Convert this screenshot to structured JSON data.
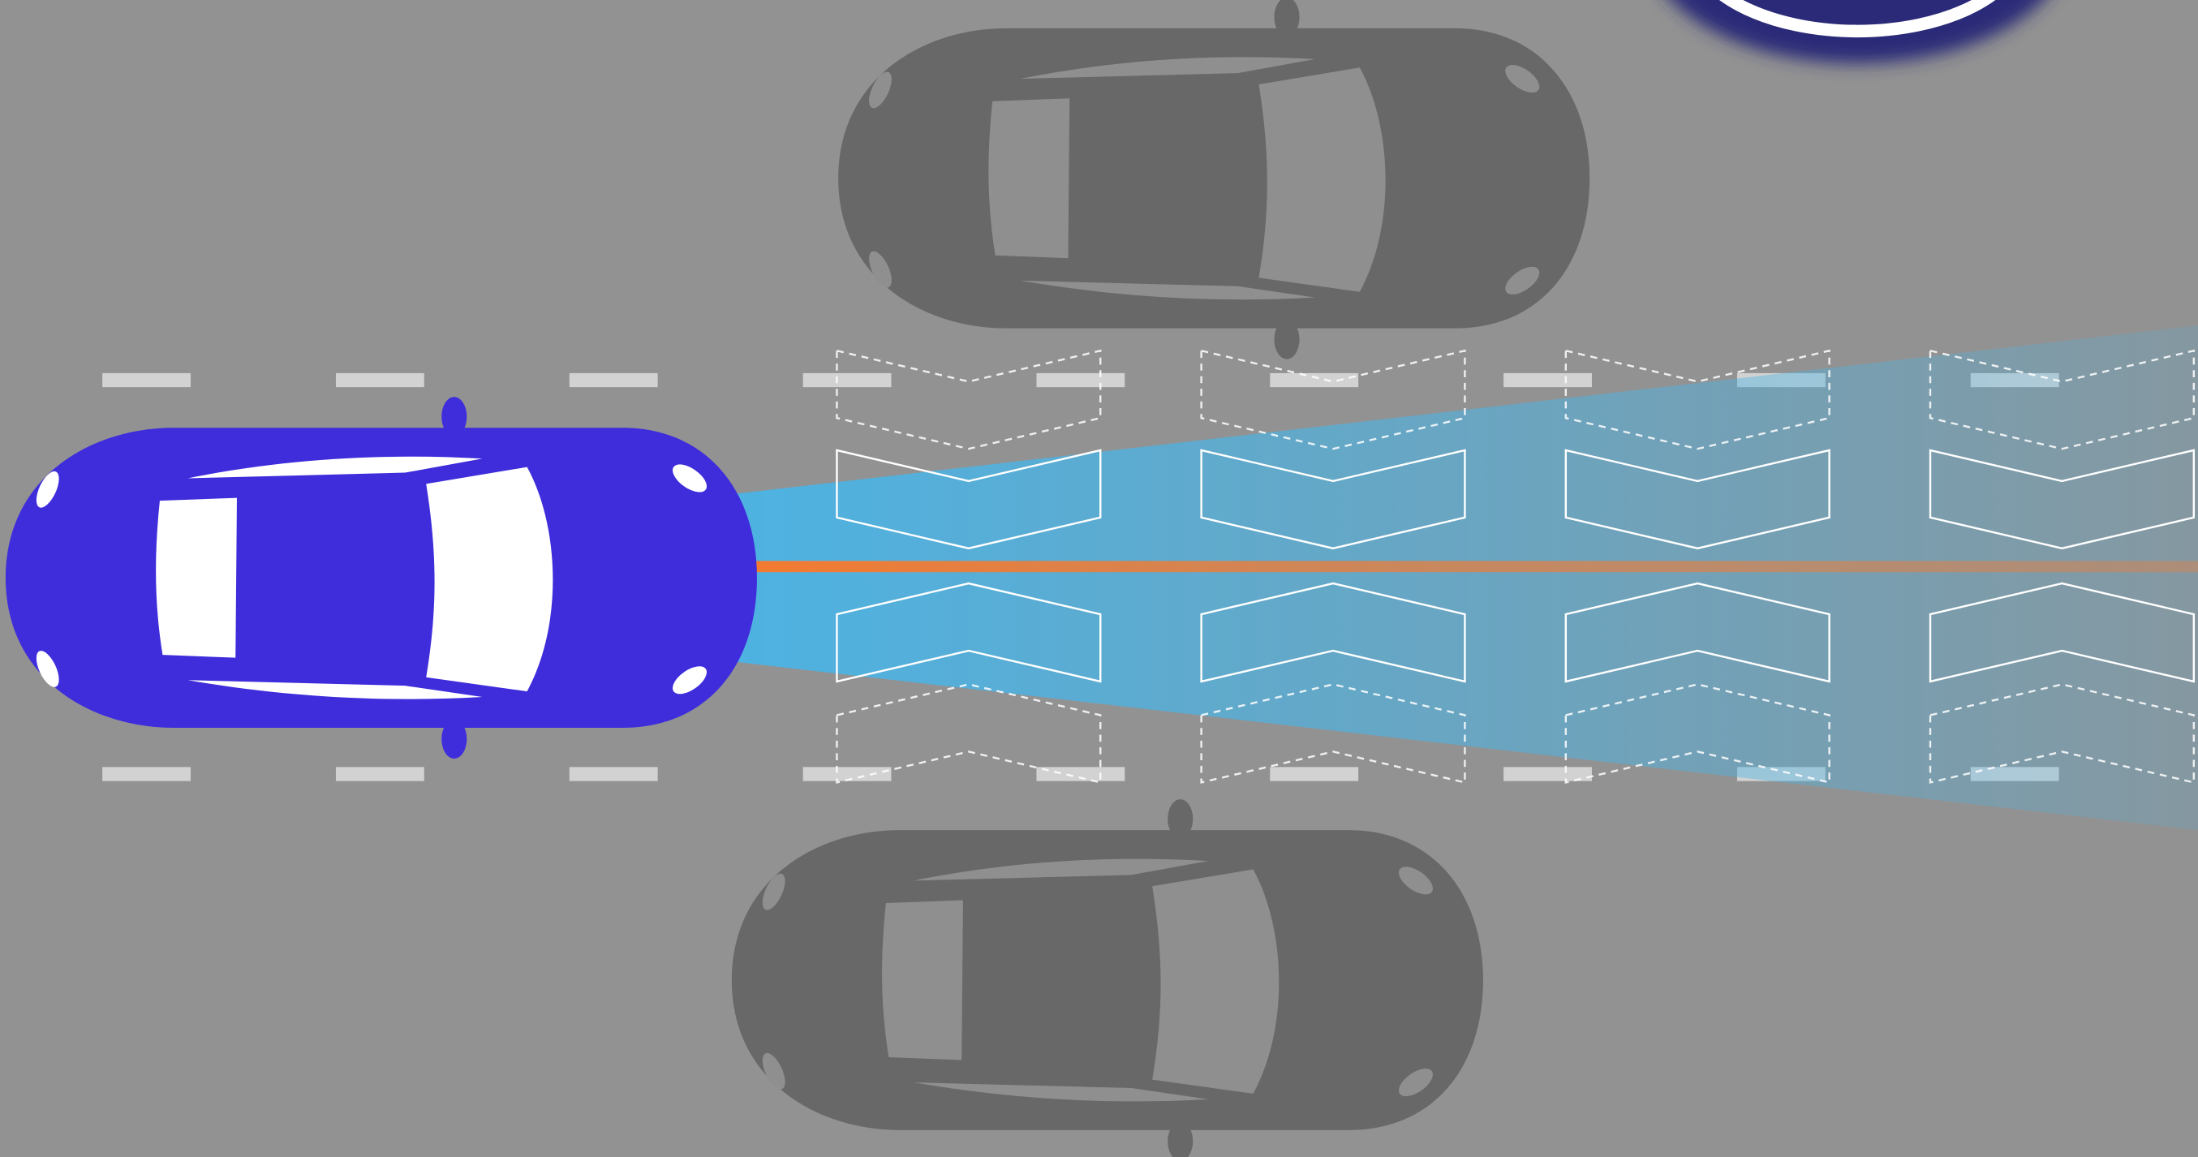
{
  "scene": {
    "road_color": "#929292",
    "ego_car": {
      "color": "#3f2ddc",
      "window_color": "#ffffff"
    },
    "other_cars": [
      {
        "name": "car-top",
        "color": "#686868",
        "window_color": "#8f8f8f"
      },
      {
        "name": "car-bottom",
        "color": "#686868",
        "window_color": "#8f8f8f"
      }
    ],
    "sensor_beam": {
      "color": "#4ab4e6",
      "centerline_color": "#f47a30"
    },
    "lane_markings": {
      "color": "#d2d2d2",
      "count_per_line": 9
    },
    "chevron_columns": 4,
    "badge": {
      "ring_color": "#ffffff",
      "glow_color": "#2a2a78"
    }
  }
}
